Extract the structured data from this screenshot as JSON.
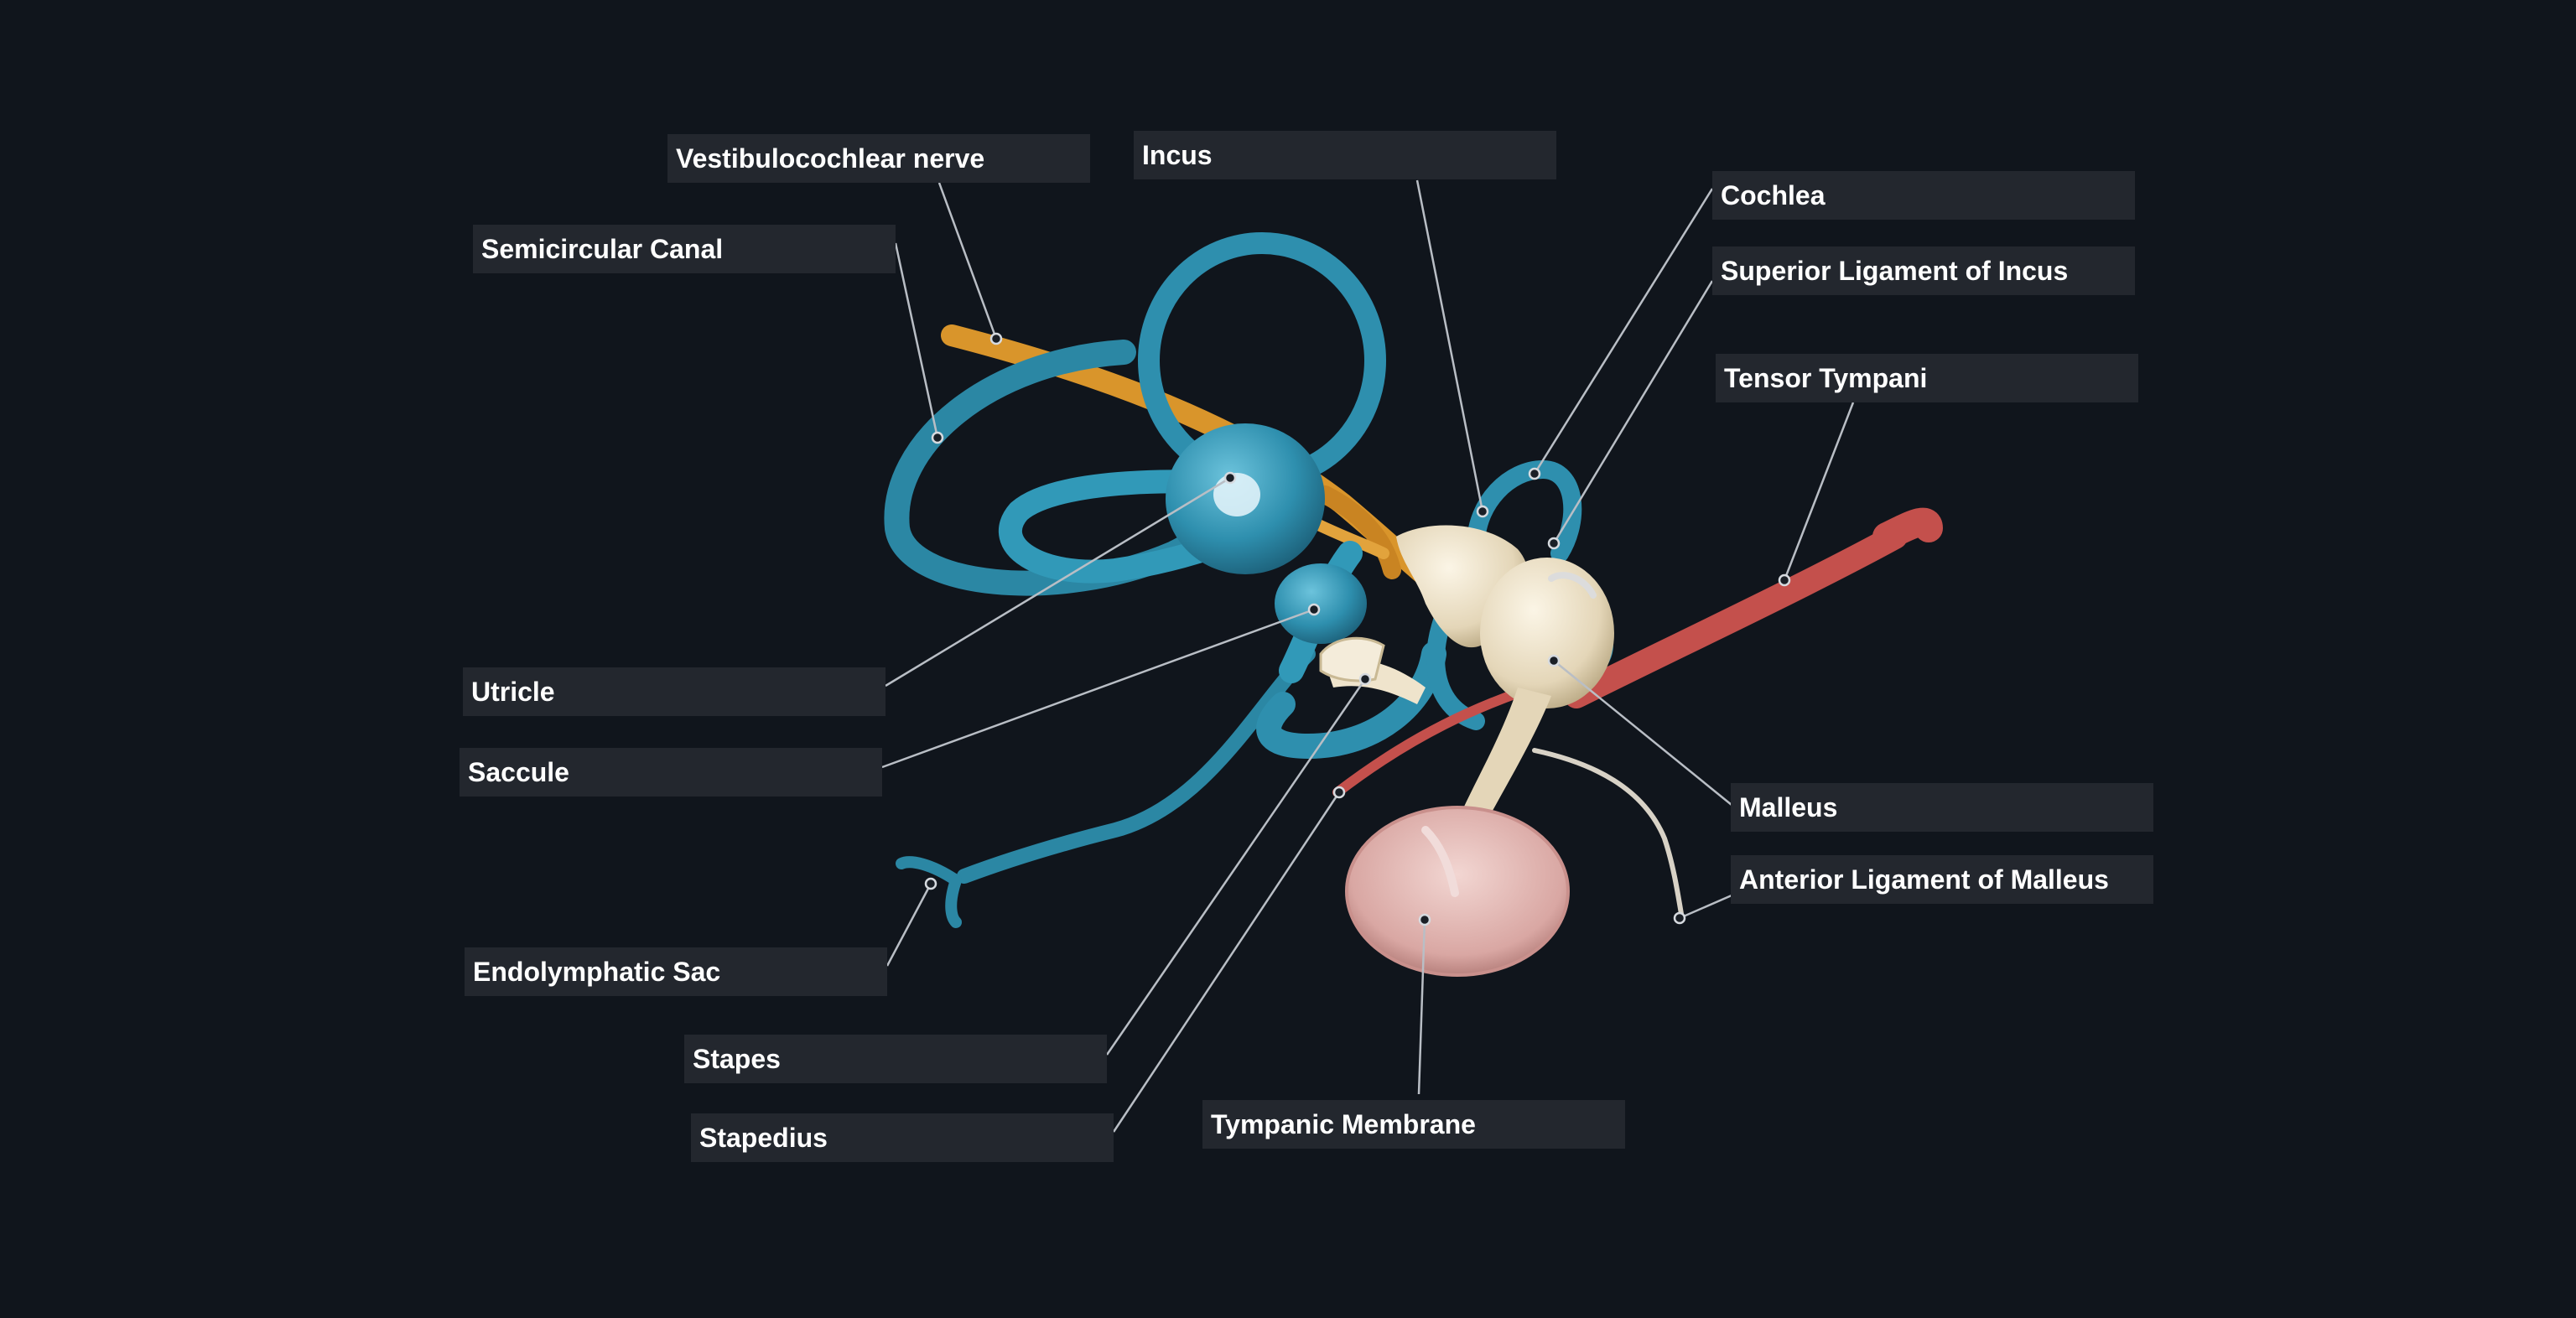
{
  "diagram": {
    "labels": {
      "vestibulocochlear_nerve": "Vestibulocochlear nerve",
      "semicircular_canal": "Semicircular Canal",
      "incus": "Incus",
      "cochlea": "Cochlea",
      "superior_ligament_of_incus": "Superior Ligament of Incus",
      "tensor_tympani": "Tensor Tympani",
      "utricle": "Utricle",
      "saccule": "Saccule",
      "malleus": "Malleus",
      "anterior_ligament_of_malleus": "Anterior Ligament of Malleus",
      "endolymphatic_sac": "Endolymphatic Sac",
      "stapes": "Stapes",
      "stapedius": "Stapedius",
      "tympanic_membrane": "Tympanic Membrane"
    },
    "colors": {
      "background": "#10151c",
      "label_background": "#23272e",
      "label_text": "#ffffff",
      "leader_line": "#b9bec5",
      "membranous_labyrinth": "#2e8fae",
      "nerve": "#d9952b",
      "ossicles": "#e8dcc2",
      "tensor_tympani_muscle": "#c4504c",
      "tympanic_membrane": "#e3b9b5"
    }
  }
}
